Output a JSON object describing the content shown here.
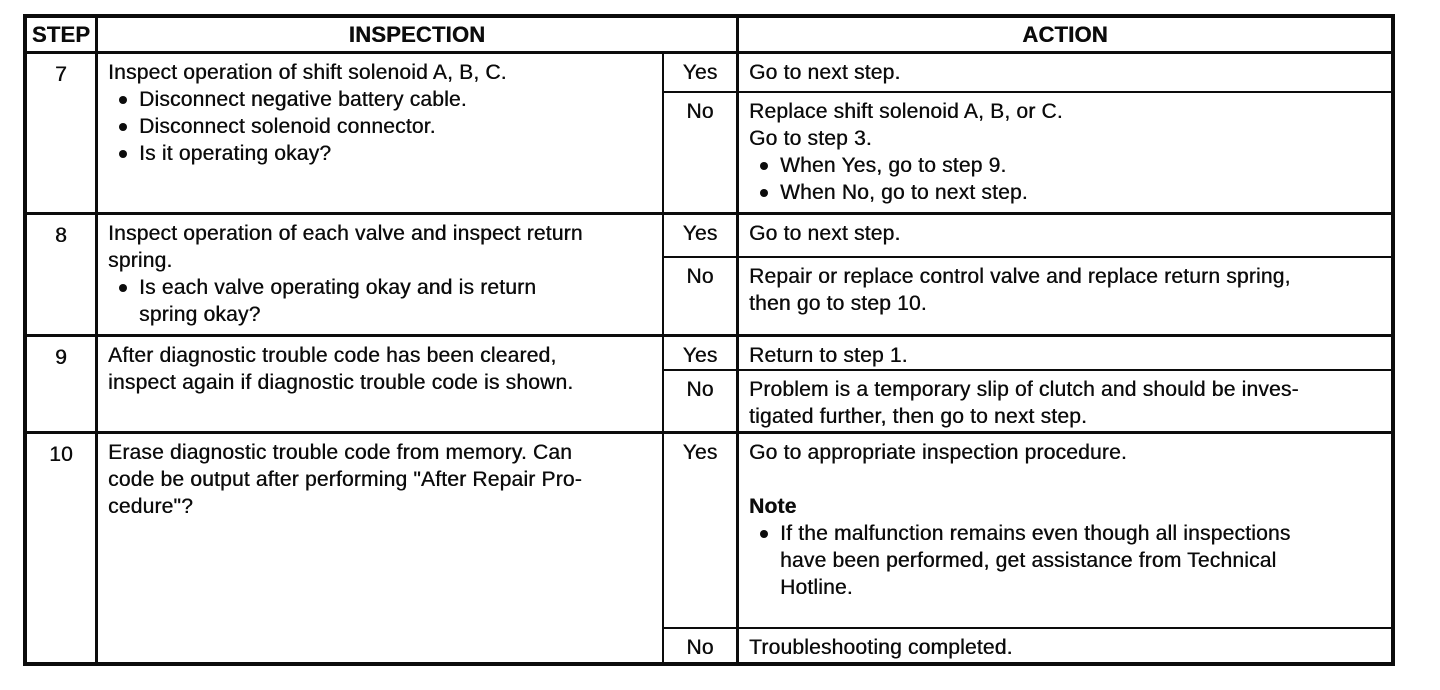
{
  "page": {
    "background": "#ffffff",
    "text_color": "#0c0c0c",
    "border_color": "#0c0c0c"
  },
  "table": {
    "headers": {
      "step": "STEP",
      "inspection": "INSPECTION",
      "action": "ACTION"
    },
    "rows": [
      {
        "step": "7",
        "inspection": {
          "lines": [
            "Inspect operation of shift solenoid A, B, C."
          ],
          "bullets": [
            [
              "Disconnect negative battery cable."
            ],
            [
              "Disconnect solenoid connector."
            ],
            [
              "Is it operating okay?"
            ]
          ]
        },
        "branches": [
          {
            "label": "Yes",
            "lines": [
              "Go to next step."
            ]
          },
          {
            "label": "No",
            "lines": [
              "Replace shift solenoid A, B, or C.",
              "Go to step 3."
            ],
            "bullets": [
              [
                "When Yes, go to step 9."
              ],
              [
                "When No, go to next step."
              ]
            ]
          }
        ]
      },
      {
        "step": "8",
        "inspection": {
          "lines": [
            "Inspect operation of each valve and inspect return",
            "spring."
          ],
          "bullets": [
            [
              "Is each valve operating okay and is return",
              "spring okay?"
            ]
          ]
        },
        "branches": [
          {
            "label": "Yes",
            "lines": [
              "Go to next step."
            ]
          },
          {
            "label": "No",
            "lines": [
              "Repair or replace control valve and replace return spring,",
              "then go to step 10."
            ]
          }
        ]
      },
      {
        "step": "9",
        "inspection": {
          "lines": [
            "After diagnostic trouble code has been cleared,",
            "inspect again if diagnostic trouble code is shown."
          ],
          "bullets": []
        },
        "branches": [
          {
            "label": "Yes",
            "lines": [
              "Return to step 1."
            ]
          },
          {
            "label": "No",
            "lines": [
              "Problem is a temporary slip of clutch and should be inves-",
              "tigated further, then go to next step."
            ]
          }
        ]
      },
      {
        "step": "10",
        "inspection": {
          "lines": [
            "Erase diagnostic trouble code from memory. Can",
            "code be output after performing \"After Repair Pro-",
            "cedure\"?"
          ],
          "bullets": []
        },
        "branches": [
          {
            "label": "Yes",
            "lines": [
              "Go to appropriate inspection procedure."
            ],
            "note_title": "Note",
            "note_bullets": [
              [
                "If the malfunction remains even though all inspections",
                "have been performed, get assistance from Technical",
                "Hotline."
              ]
            ]
          },
          {
            "label": "No",
            "lines": [
              "Troubleshooting completed."
            ]
          }
        ]
      }
    ]
  }
}
